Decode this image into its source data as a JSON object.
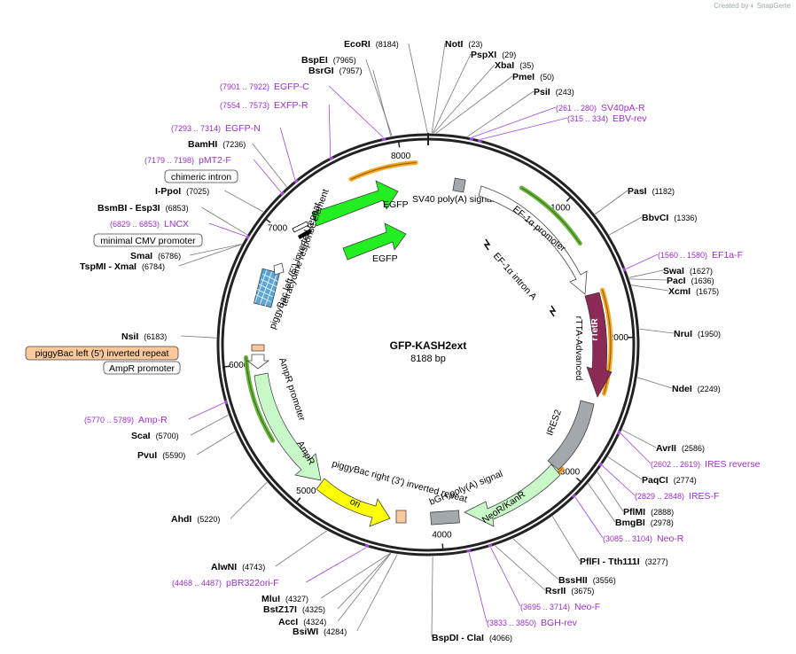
{
  "header": {
    "created_by_text": "Created by",
    "brand": "SnapGene"
  },
  "plasmid": {
    "name": "GFP-KASH2ext",
    "size_label": "8188 bp",
    "length": 8188
  },
  "ruler_ticks": [
    {
      "pos": 1000,
      "label": "1000"
    },
    {
      "pos": 2000,
      "label": "2000"
    },
    {
      "pos": 3000,
      "label": "3000"
    },
    {
      "pos": 4000,
      "label": "4000"
    },
    {
      "pos": 5000,
      "label": "5000"
    },
    {
      "pos": 6000,
      "label": "6000"
    },
    {
      "pos": 7000,
      "label": "7000"
    },
    {
      "pos": 8000,
      "label": "8000"
    }
  ],
  "sites_right": [
    {
      "name": "PasI",
      "pos": "(1182)"
    },
    {
      "name": "BbvCI",
      "pos": "(1336)"
    },
    {
      "name": "EF1a-F",
      "pos": "(1560 .. 1580)",
      "primer": true
    },
    {
      "name": "SwaI",
      "pos": "(1627)"
    },
    {
      "name": "PacI",
      "pos": "(1636)"
    },
    {
      "name": "XcmI",
      "pos": "(1675)"
    },
    {
      "name": "NruI",
      "pos": "(1950)"
    },
    {
      "name": "NdeI",
      "pos": "(2249)"
    },
    {
      "name": "AvrII",
      "pos": "(2586)"
    },
    {
      "name": "IRES reverse",
      "pos": "(2602 .. 2619)",
      "primer": true
    },
    {
      "name": "PaqCI",
      "pos": "(2774)"
    },
    {
      "name": "IRES-F",
      "pos": "(2829 .. 2848)",
      "primer": true
    },
    {
      "name": "PflMI",
      "pos": "(2888)"
    },
    {
      "name": "BmgBI",
      "pos": "(2978)"
    },
    {
      "name": "Neo-R",
      "pos": "(3085 .. 3104)",
      "primer": true
    },
    {
      "name": "PflFI - Tth111I",
      "pos": "(3277)"
    },
    {
      "name": "BssHII",
      "pos": "(3556)"
    },
    {
      "name": "RsrII",
      "pos": "(3675)"
    },
    {
      "name": "Neo-F",
      "pos": "(3695 .. 3714)",
      "primer": true
    },
    {
      "name": "BGH-rev",
      "pos": "(3833 .. 3850)",
      "primer": true
    },
    {
      "name": "BspDI - ClaI",
      "pos": "(4066)"
    }
  ],
  "sites_top": [
    {
      "name": "EcoRI",
      "pos": "(8184)"
    },
    {
      "name": "NotI",
      "pos": "(23)"
    },
    {
      "name": "PspXI",
      "pos": "(29)"
    },
    {
      "name": "XbaI",
      "pos": "(35)"
    },
    {
      "name": "PmeI",
      "pos": "(50)"
    },
    {
      "name": "PsiI",
      "pos": "(243)"
    },
    {
      "name": "SV40pA-R",
      "pos": "(261 .. 280)",
      "primer": true
    },
    {
      "name": "EBV-rev",
      "pos": "(315 .. 334)",
      "primer": true
    },
    {
      "name": "BspEI",
      "pos": "(7965)"
    },
    {
      "name": "BsrGI",
      "pos": "(7957)"
    },
    {
      "name": "EGFP-C",
      "pos": "(7901 .. 7922)",
      "primer": true
    },
    {
      "name": "EXFP-R",
      "pos": "(7554 .. 7573)",
      "primer": true
    },
    {
      "name": "EGFP-N",
      "pos": "(7293 .. 7314)",
      "primer": true
    },
    {
      "name": "BamHI",
      "pos": "(7236)"
    },
    {
      "name": "pMT2-F",
      "pos": "(7179 .. 7198)",
      "primer": true
    },
    {
      "name": "I-PpoI",
      "pos": "(7025)"
    },
    {
      "name": "BsmBI - Esp3I",
      "pos": "(6853)"
    },
    {
      "name": "LNCX",
      "pos": "(6829 .. 6853)",
      "primer": true
    },
    {
      "name": "SmaI",
      "pos": "(6786)"
    },
    {
      "name": "TspMI - XmaI",
      "pos": "(6784)"
    }
  ],
  "sites_left": [
    {
      "name": "NsiI",
      "pos": "(6183)"
    },
    {
      "name": "Amp-R",
      "pos": "(5770 .. 5789)",
      "primer": true
    },
    {
      "name": "ScaI",
      "pos": "(5700)"
    },
    {
      "name": "PvuI",
      "pos": "(5590)"
    },
    {
      "name": "AhdI",
      "pos": "(5220)"
    },
    {
      "name": "AlwNI",
      "pos": "(4743)"
    },
    {
      "name": "pBR322ori-F",
      "pos": "(4468 .. 4487)",
      "primer": true
    },
    {
      "name": "MluI",
      "pos": "(4327)"
    },
    {
      "name": "BstZ17I",
      "pos": "(4325)"
    },
    {
      "name": "AccI",
      "pos": "(4324)"
    },
    {
      "name": "BsiWI",
      "pos": "(4284)"
    }
  ],
  "boxed_labels": {
    "chimeric_intron": "chimeric intron",
    "minimal_cmv": "minimal CMV promoter",
    "piggybac_left": "piggyBac left (5') inverted repeat",
    "ampr_promoter": "AmpR promoter"
  },
  "features": {
    "egfp_1": "EGFP",
    "egfp_2": "EGFP",
    "sv40": "SV40 poly(A) signal",
    "ef1a_promoter": "EF-1α promoter",
    "ef1a_intron": "EF-1α intron A",
    "rtetr": "rTetR",
    "rtta": "rTTA-Advanced",
    "ires2": "IRES2",
    "neor": "NeoR/KanR",
    "bgh": "bGH poly(A) signal",
    "piggybac_right": "piggyBac right (3') inverted repeat",
    "ori": "ori",
    "ampr": "AmpR",
    "ampr_prom": "AmpR promoter",
    "tre": "tetracycline response element",
    "pb_left": "piggyBac left (5') inverted repeat"
  },
  "colors": {
    "egfp": "#22ee22",
    "ampr": "#c8f7c8",
    "neor": "#c8f7c8",
    "ori": "#ffff00",
    "rtetr": "#8b2a55",
    "ires": "#a3a8ad",
    "primer": "#9b30c9",
    "orange": "#f5a623",
    "green_arrow": "#6db33f",
    "piggybac": "#f9c89b"
  }
}
